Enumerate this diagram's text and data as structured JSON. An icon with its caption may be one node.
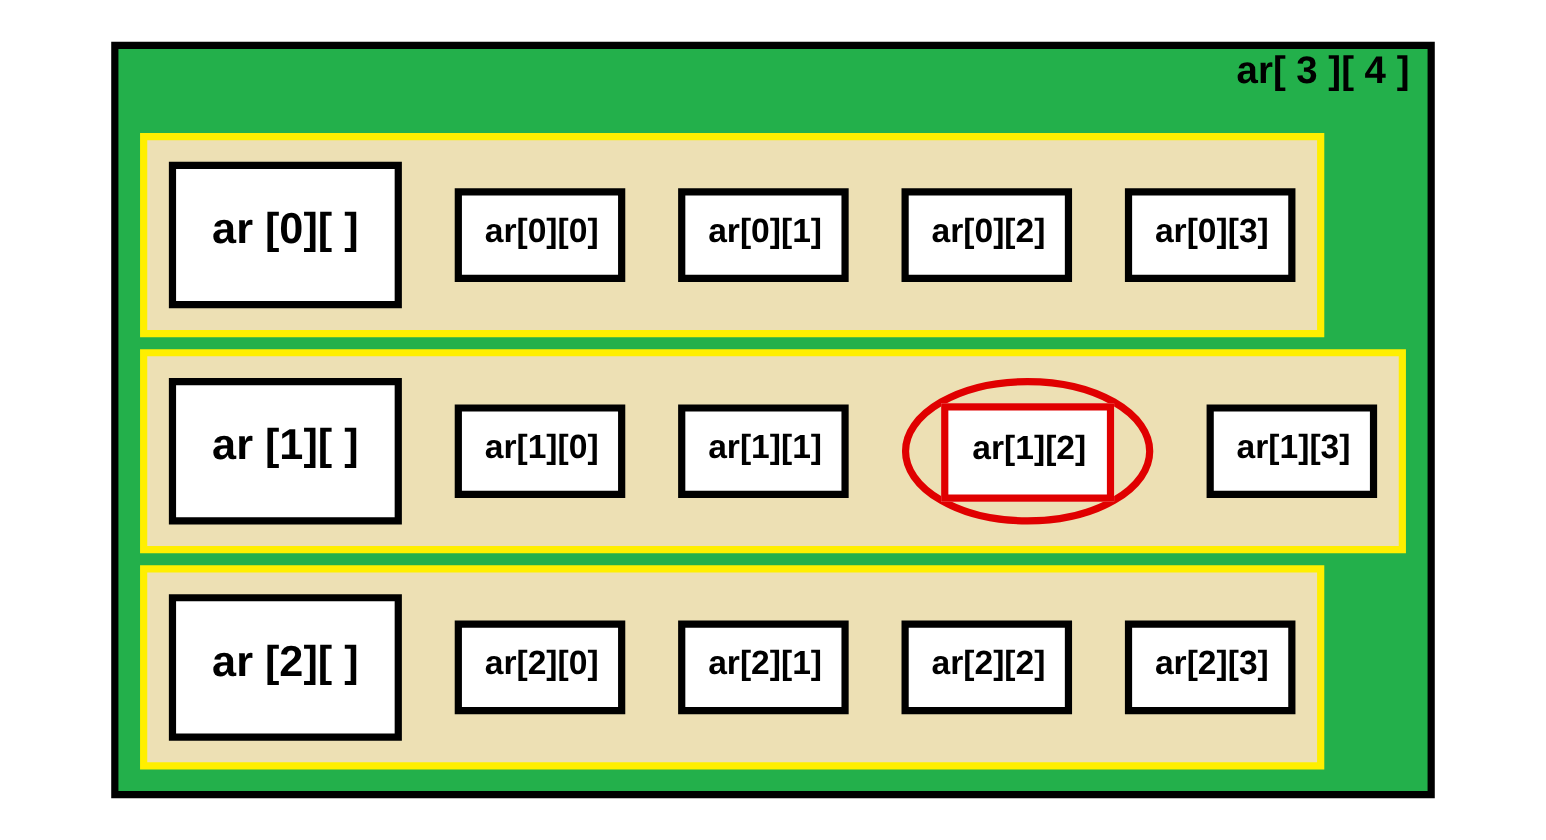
{
  "diagram": {
    "nodes": [
      {
        "text": [
          "ar[ 3 ][ 4 ]"
        ]
      },
      {
        "text": [],
        "shape": "box",
        "in": 0
      },
      {
        "text": [
          "ar [0][ ]"
        ],
        "in": 1
      },
      {
        "text": [
          "ar[0][0]"
        ],
        "in": 1
      },
      {
        "text": [
          "ar[0][1]"
        ],
        "in": 1
      },
      {
        "text": [
          "ar[0][2]"
        ],
        "in": 1
      },
      {
        "text": [
          "ar[0][3]"
        ],
        "in": 1
      },
      {
        "text": [],
        "shape": "box",
        "in": 0
      },
      {
        "text": [
          "ar [1][ ]"
        ],
        "in": 7
      },
      {
        "text": [
          "ar[1][0]"
        ],
        "in": 7
      },
      {
        "text": [
          "ar[1][1]"
        ],
        "in": 7
      },
      {
        "text": [
          "ar[1][2]"
        ],
        "in": 7
      },
      {
        "text": [
          "ar[1][3]"
        ],
        "in": 7
      },
      {
        "text": [],
        "shape": "box",
        "in": 0
      },
      {
        "text": [
          "ar [2][ ]"
        ],
        "in": 13
      },
      {
        "text": [
          "ar[2][0]"
        ],
        "in": 13
      },
      {
        "text": [
          "ar[2][1]"
        ],
        "in": 13
      },
      {
        "text": [
          "ar[2][2]"
        ],
        "in": 13
      },
      {
        "text": [
          "ar[2][3]"
        ],
        "in": 13
      }
    ],
    "edges": []
  }
}
